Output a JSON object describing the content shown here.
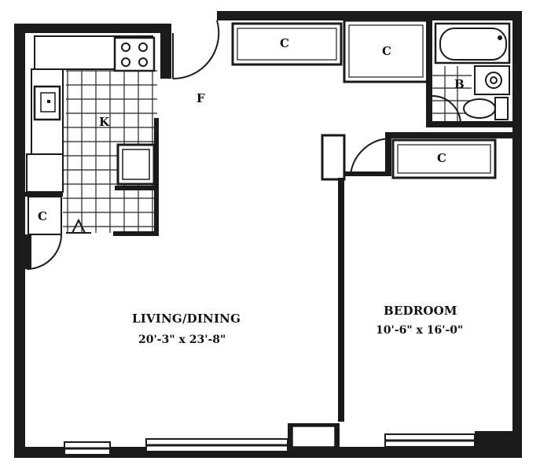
{
  "rooms": {
    "living": {
      "name": "LIVING/DINING",
      "dims": "20'-3\" x 23'-8\""
    },
    "bedroom": {
      "name": "BEDROOM",
      "dims": "10'-6\" x 16'-0\""
    }
  },
  "tags": {
    "kitchen": "K",
    "foyer": "F",
    "bath": "B",
    "closet": "C"
  }
}
